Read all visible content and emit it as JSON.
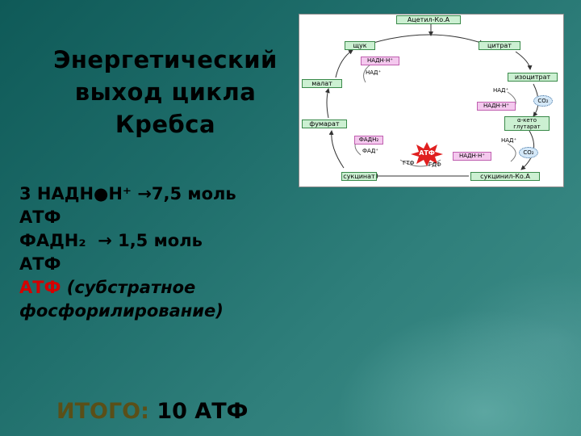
{
  "title": {
    "line1": "Энергетический",
    "line2": "выход цикла",
    "line3": "Кребса"
  },
  "lines": {
    "nadh_formula": "3 НАДН●Н⁺",
    "nadh_yield": "→7,5 моль",
    "nadh_unit": "АТФ",
    "fadh_formula": "ФАДН₂",
    "fadh_yield": "→ 1,5 моль",
    "fadh_unit": "АТФ",
    "atp_label": "АТФ",
    "atp_note_1": "(субстратное",
    "atp_note_2": "фосфорилирование)"
  },
  "total": {
    "label": "ИТОГО:",
    "value": "10 АТФ"
  },
  "diagram": {
    "acetyl": "Ацетил-Ко.А",
    "oxaloacetate": "щук",
    "citrate": "цитрат",
    "nadh_top": "НАДН·Н⁺",
    "nad_top": "НАД⁺",
    "malate": "малат",
    "isocitrate": "изоцитрат",
    "nad_right": "НАД⁺",
    "co2_1": "CO₂",
    "nadh_right": "НАДН·Н⁺",
    "fumarate": "фумарат",
    "ketoglutarate": "α-кето глутарат",
    "fadh2": "ФАДН₂",
    "fad": "ФАД⁺",
    "atf": "АТФ",
    "nad_lower": "НАД⁺",
    "nadh_lower": "НАДН·Н⁺",
    "co2_2": "CO₂",
    "gtf": "ГТФ",
    "gdf": "ГДФ",
    "succinate": "сукцинат",
    "succinyl": "сукцинил-Ко.А"
  },
  "colors": {
    "background": "#2f7f7b",
    "highlight_red": "#d40000",
    "total_label": "#5a4f18",
    "node_fill": "#ccf0d2",
    "cofactor_fill": "#f4c8ee",
    "atf_star": "#e02020"
  }
}
